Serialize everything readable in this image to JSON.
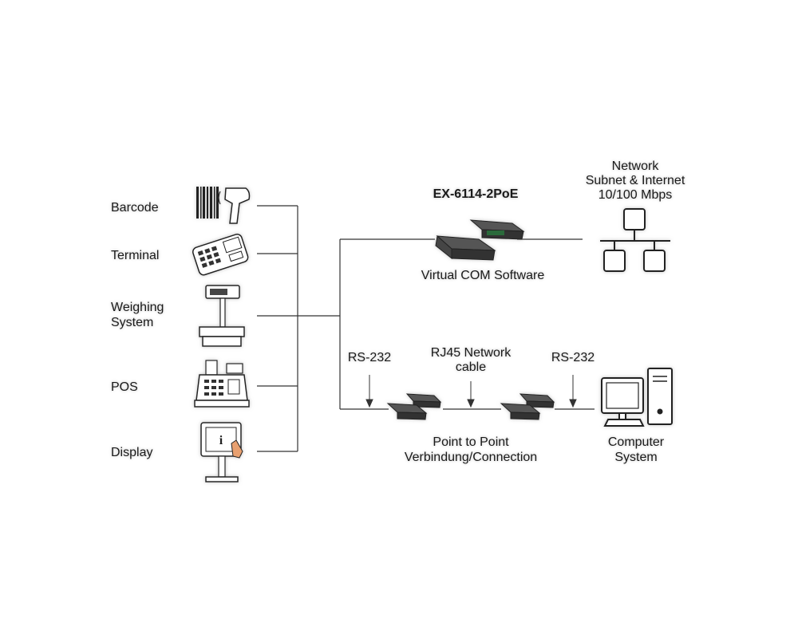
{
  "devices": {
    "barcode": "Barcode",
    "terminal": "Terminal",
    "weighing_line1": "Weighing",
    "weighing_line2": "System",
    "pos": "POS",
    "display": "Display"
  },
  "product": {
    "model": "EX-6114-2PoE",
    "software": "Virtual COM Software"
  },
  "network": {
    "line1": "Network",
    "line2": "Subnet & Internet",
    "line3": "10/100 Mbps"
  },
  "link": {
    "rs232_left": "RS-232",
    "rj45_line1": "RJ45 Network",
    "rj45_line2": "cable",
    "rs232_right": "RS-232",
    "p2p_line1": "Point to Point",
    "p2p_line2": "Verbindung/Connection"
  },
  "computer": {
    "line1": "Computer",
    "line2": "System"
  }
}
